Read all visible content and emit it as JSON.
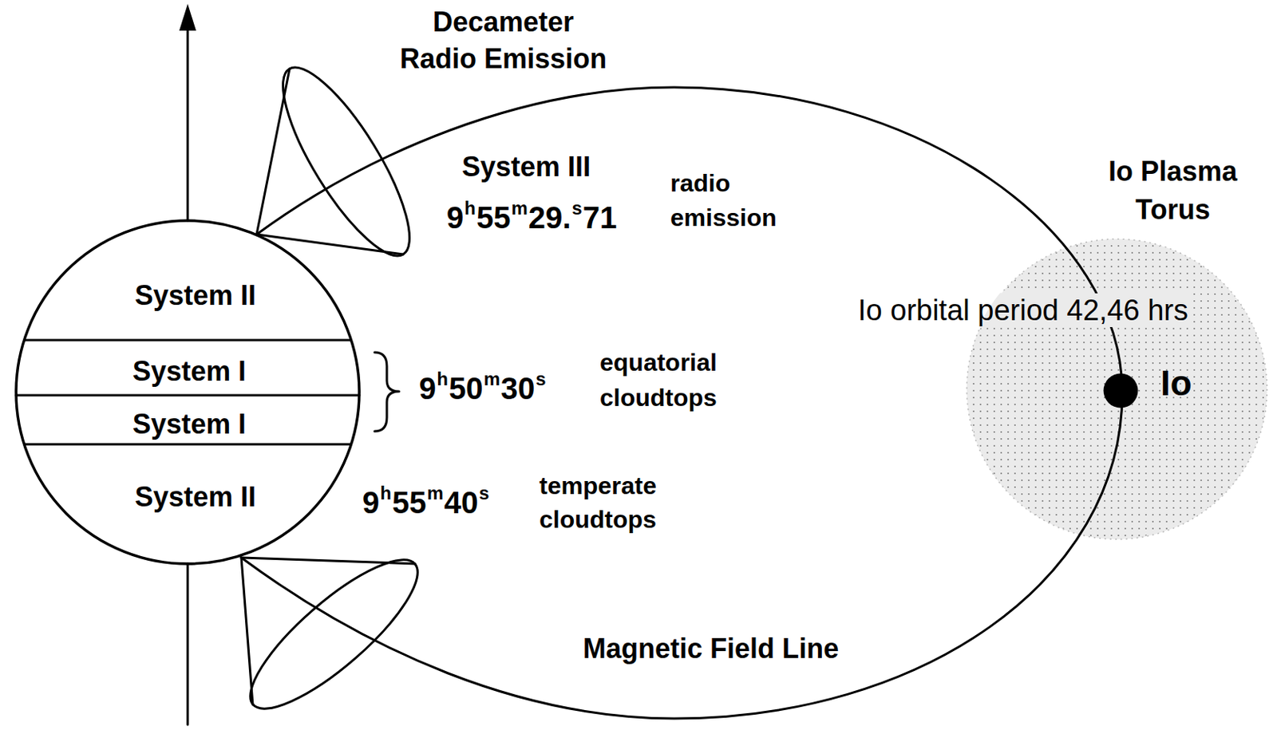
{
  "diagram": {
    "nodes": [
      {
        "text": [
          "System II"
        ]
      },
      {
        "text": [
          "System I"
        ]
      },
      {
        "text": [
          "System I"
        ]
      },
      {
        "text": [
          "System II"
        ]
      },
      {
        "text": [
          "Io Plasma Torus"
        ]
      },
      {
        "text": [
          "Io"
        ],
        "in": 4
      }
    ],
    "labels": [
      "Decameter Radio Emission",
      "System III",
      "9h55m29.s71",
      "radio emission",
      "Io orbital period 42,46 hrs",
      "9h50m30s",
      "equatorial cloudtops",
      "9h55m40s",
      "temperate cloudtops",
      "Magnetic Field Line"
    ]
  }
}
